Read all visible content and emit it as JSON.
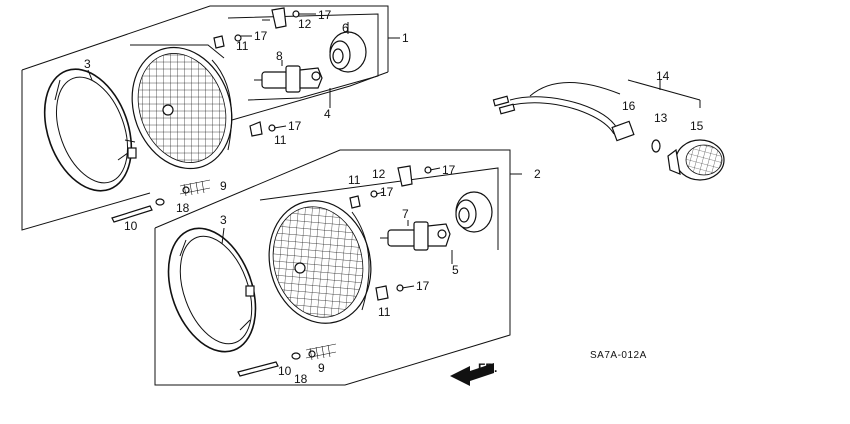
{
  "diagram_code": "SA7A-012A",
  "direction_label": "FR.",
  "labels": {
    "l1": "1",
    "l2": "2",
    "l3a": "3",
    "l3b": "3",
    "l4": "4",
    "l5": "5",
    "l6": "6",
    "l7": "7",
    "l8": "8",
    "l9a": "9",
    "l9b": "9",
    "l10a": "10",
    "l10b": "10",
    "l11a": "11",
    "l11b": "11",
    "l11c": "11",
    "l11d": "11",
    "l12a": "12",
    "l12b": "12",
    "l13": "13",
    "l14": "14",
    "l15": "15",
    "l16": "16",
    "l17a": "17",
    "l17b": "17",
    "l17c": "17",
    "l17d": "17",
    "l17e": "17",
    "l18a": "18",
    "l18b": "18"
  }
}
